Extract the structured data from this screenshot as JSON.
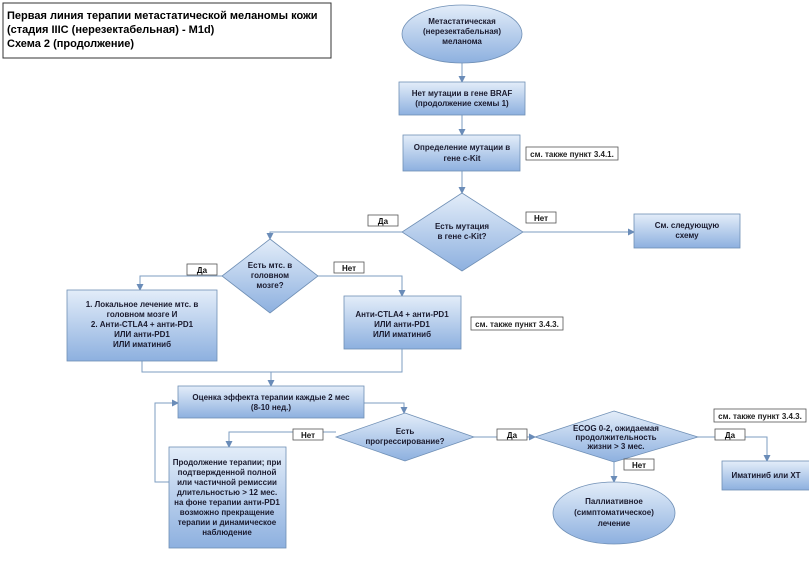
{
  "header": {
    "lines": [
      "Первая линия терапии метастатической меланомы кожи",
      "(стадия IIIC (нерезектабельная) - M1d)",
      "Схема 2 (продолжение)"
    ]
  },
  "nodes": {
    "start": [
      "Метастатическая",
      "(нерезектабельная)",
      "меланома"
    ],
    "no_braf": [
      "Нет мутации в гене BRAF",
      "(продолжение схемы 1)"
    ],
    "ckit_test": [
      "Определение мутации в",
      "гене c-Kit"
    ],
    "has_ckit": [
      "Есть мутация",
      "в гене c-Kit?"
    ],
    "next_scheme": [
      "См. следующую",
      "схему"
    ],
    "brain_mets": [
      "Есть мтс. в",
      "головном",
      "мозге?"
    ],
    "local_tx": [
      "1. Локальное лечение мтс. в",
      "головном мозге И",
      "2. Анти-CTLA4 + анти-PD1",
      "ИЛИ анти-PD1",
      "ИЛИ иматиниб"
    ],
    "systemic_tx": [
      "Анти-CTLA4 + анти-PD1",
      "ИЛИ анти-PD1",
      "ИЛИ иматиниб"
    ],
    "assess": [
      "Оценка эффекта терапии каждые 2 мес",
      "(8-10 нед.)"
    ],
    "progression": [
      "Есть",
      "прогрессирование?"
    ],
    "continue_tx": [
      "Продолжение терапии; при",
      "подтвержденной полной",
      "или частичной ремиссии",
      "длительностью > 12 мес.",
      "на фоне терапии анти-PD1",
      "возможно прекращение",
      "терапии и динамическое",
      "наблюдение"
    ],
    "ecog": [
      "ECOG 0-2, ожидаемая",
      "продолжительность",
      "жизни > 3 мес."
    ],
    "imatinib_ct": [
      "Иматиниб или ХТ"
    ],
    "palliative": [
      "Паллиативное",
      "(симптоматическое)",
      "лечение"
    ]
  },
  "labels": {
    "yes": "Да",
    "no": "Нет"
  },
  "notes": {
    "n341": "см. также пункт 3.4.1.",
    "n343a": "см. также пункт 3.4.3.",
    "n343b": "см. также пункт 3.4.3."
  },
  "colors": {
    "fill_light": "#dce8f8",
    "fill_dark": "#8fb2e0",
    "stroke": "#6f8fb5",
    "edge": "#7e9ec2"
  }
}
